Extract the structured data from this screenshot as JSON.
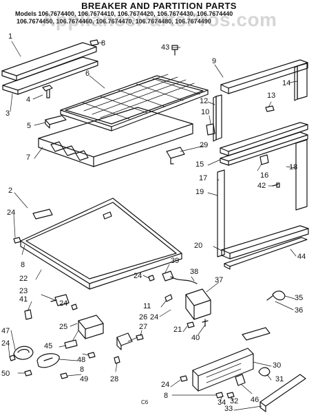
{
  "title": "BREAKER AND PARTITION PARTS",
  "models": {
    "line1": "Models 106.7674400, 106.7674410, 106.7674420, 106.7674430, 106.7674440",
    "line2": "106.7674450, 106.7674460, 106.7674470, 106.7674480, 106.7674490"
  },
  "watermark": "AppliancePartsPros.com",
  "page_code": "C6",
  "callouts": {
    "p1": "1",
    "p2": "2",
    "p3": "3",
    "p4": "4",
    "p5": "5",
    "p6": "6",
    "p7": "7",
    "p8a": "8",
    "p8b": "8",
    "p8c": "8",
    "p8d": "8",
    "p9": "9",
    "p10": "10",
    "p11": "11",
    "p12": "12",
    "p13": "13",
    "p14": "14",
    "p15": "15",
    "p16": "16",
    "p17": "17",
    "p18": "18",
    "p19": "19",
    "p20": "20",
    "p21": "21",
    "p22": "22",
    "p23": "23",
    "p24a": "24",
    "p24b": "24",
    "p24c": "24",
    "p24d": "24",
    "p24e": "24",
    "p24f": "24",
    "p25": "25",
    "p26": "26",
    "p27": "27",
    "p28": "28",
    "p29": "29",
    "p30": "30",
    "p31": "31",
    "p32": "32",
    "p33": "33",
    "p34": "34",
    "p35": "35",
    "p36": "36",
    "p37": "37",
    "p38": "38",
    "p39": "39",
    "p40": "40",
    "p41": "41",
    "p42": "42",
    "p43": "43",
    "p44": "44",
    "p45": "45",
    "p46": "46",
    "p47": "47",
    "p48": "48",
    "p49": "49",
    "p50": "50"
  }
}
